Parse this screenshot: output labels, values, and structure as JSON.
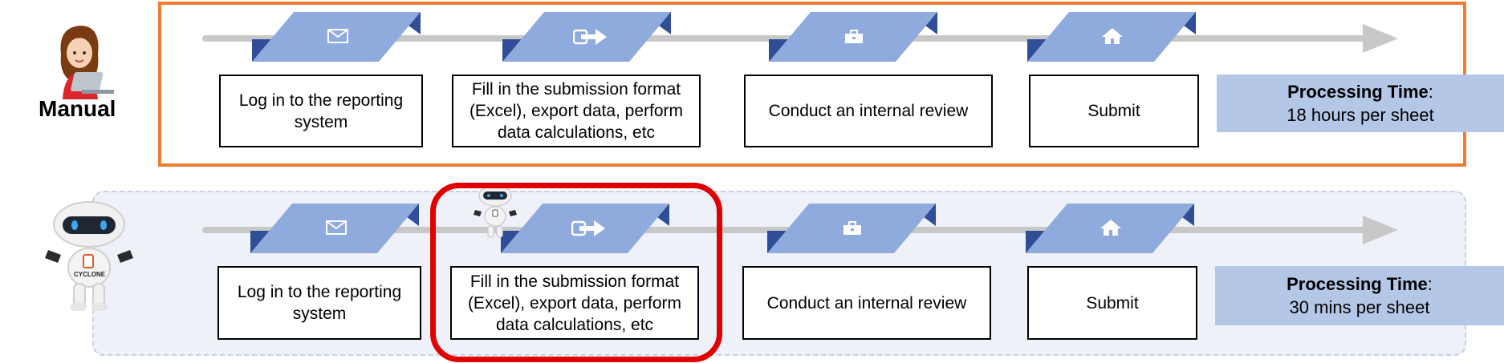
{
  "manual": {
    "label": "Manual",
    "steps": [
      {
        "label": "Log in to the reporting system",
        "icon": "envelope-icon"
      },
      {
        "label": "Fill in the submission format (Excel), export data, perform data calculations, etc",
        "icon": "export-icon"
      },
      {
        "label": "Conduct an internal review",
        "icon": "briefcase-icon"
      },
      {
        "label": "Submit",
        "icon": "home-icon"
      }
    ],
    "time_label": "Processing Time",
    "time_colon": ":",
    "time_value": "18 hours per sheet"
  },
  "robot": {
    "badge_text": "CYCLONE",
    "steps": [
      {
        "label": "Log in to the reporting system",
        "icon": "envelope-icon"
      },
      {
        "label": "Fill in the submission format (Excel), export data, perform data calculations, etc",
        "icon": "export-icon"
      },
      {
        "label": "Conduct an internal review",
        "icon": "briefcase-icon"
      },
      {
        "label": "Submit",
        "icon": "home-icon"
      }
    ],
    "time_label": "Processing Time",
    "time_colon": ":",
    "time_value": "30 mins per sheet"
  },
  "colors": {
    "manual_frame": "#ED7D31",
    "robot_frame": "#C7CEE8",
    "banner_light": "#8FAADC",
    "banner_dark": "#2F4E97",
    "time_panel": "#B4C7E7",
    "highlight": "#E00000"
  }
}
